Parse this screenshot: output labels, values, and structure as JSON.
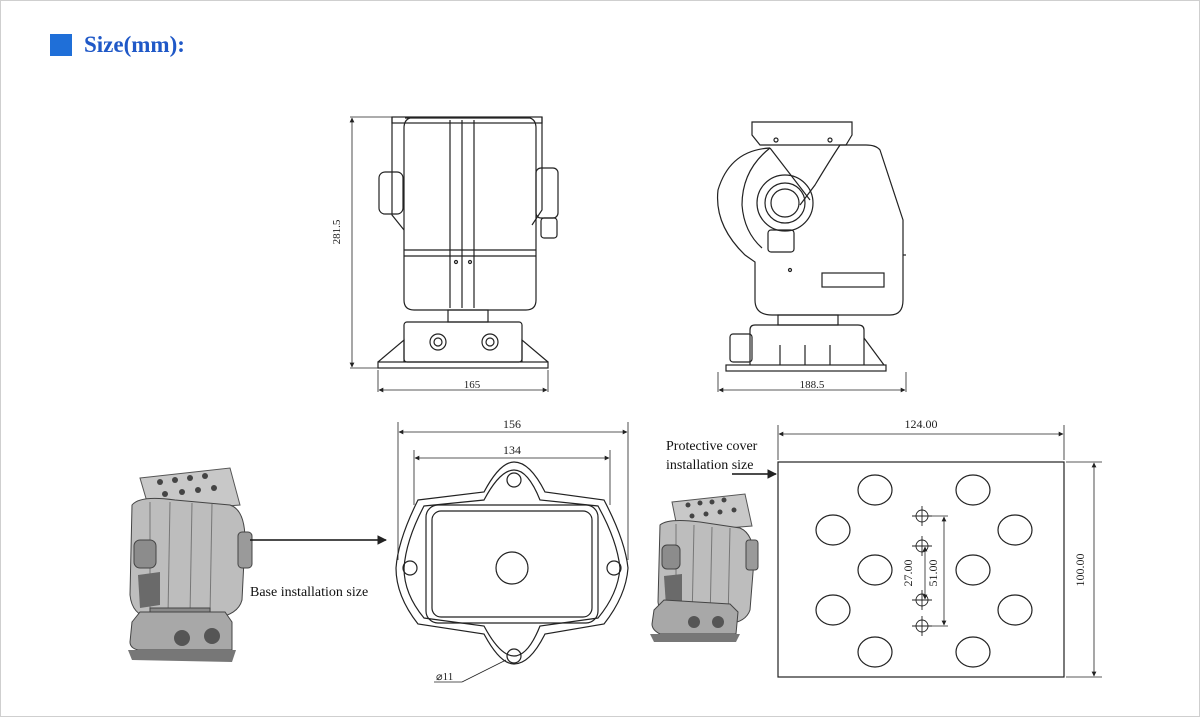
{
  "header": {
    "title": "Size(mm):",
    "accent_color": "#1f6fd8",
    "title_color": "#1f58c7"
  },
  "front_view": {
    "height_label": "281.5",
    "width_label": "165"
  },
  "side_view": {
    "width_label": "188.5"
  },
  "base_plate": {
    "outer_width_label": "156",
    "inner_width_label": "134",
    "hole_label": "⌀11"
  },
  "cover_plate": {
    "width_label": "124.00",
    "height_label": "100.00",
    "spacing_label_1": "27.00",
    "spacing_label_2": "51.00"
  },
  "callouts": {
    "base": "Base installation size",
    "cover_line1": "Protective cover",
    "cover_line2": "installation size"
  }
}
